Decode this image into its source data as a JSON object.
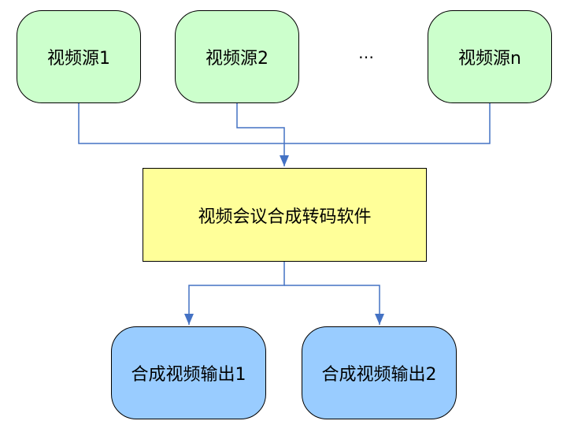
{
  "sources": [
    {
      "label": "视频源1"
    },
    {
      "label": "视频源2"
    },
    {
      "label": "视频源n"
    }
  ],
  "ellipsis": "…",
  "processor": {
    "label": "视频会议合成转码软件"
  },
  "outputs": [
    {
      "label": "合成视频输出1"
    },
    {
      "label": "合成视频输出2"
    }
  ],
  "colors": {
    "source_fill": "#ccffcc",
    "processor_fill": "#ffff99",
    "output_fill": "#99ccff",
    "connector": "#4472c4",
    "border": "#000000"
  }
}
